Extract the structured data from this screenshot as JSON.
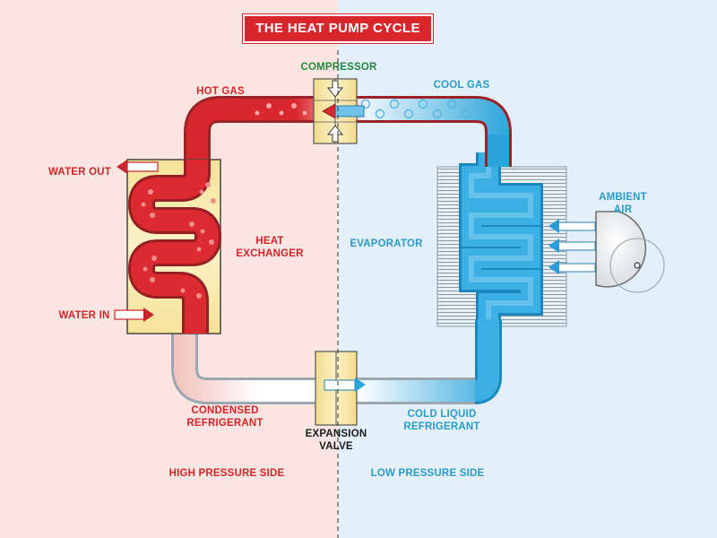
{
  "title": "THE HEAT PUMP CYCLE",
  "labels": {
    "compressor": "COMPRESSOR",
    "hot_gas": "HOT GAS",
    "cool_gas": "COOL GAS",
    "water_out": "WATER OUT",
    "water_in": "WATER IN",
    "heat_exchanger": "HEAT\nEXCHANGER",
    "evaporator": "EVAPORATOR",
    "ambient_air": "AMBIENT\nAIR",
    "condensed_refrigerant": "CONDENSED\nREFRIGERANT",
    "expansion_valve": "EXPANSION\nVALVE",
    "cold_liquid_refrigerant": "COLD LIQUID\nREFRIGERANT",
    "high_pressure_side": "HIGH PRESSURE SIDE",
    "low_pressure_side": "LOW PRESSURE SIDE"
  },
  "colors": {
    "high_side_bg": "#fde6e2",
    "low_side_bg": "#e3f0fa",
    "hot": "#d9272e",
    "cold": "#2aa3d8",
    "component": "#f7e7a8",
    "title_bg": "#d8262c"
  }
}
